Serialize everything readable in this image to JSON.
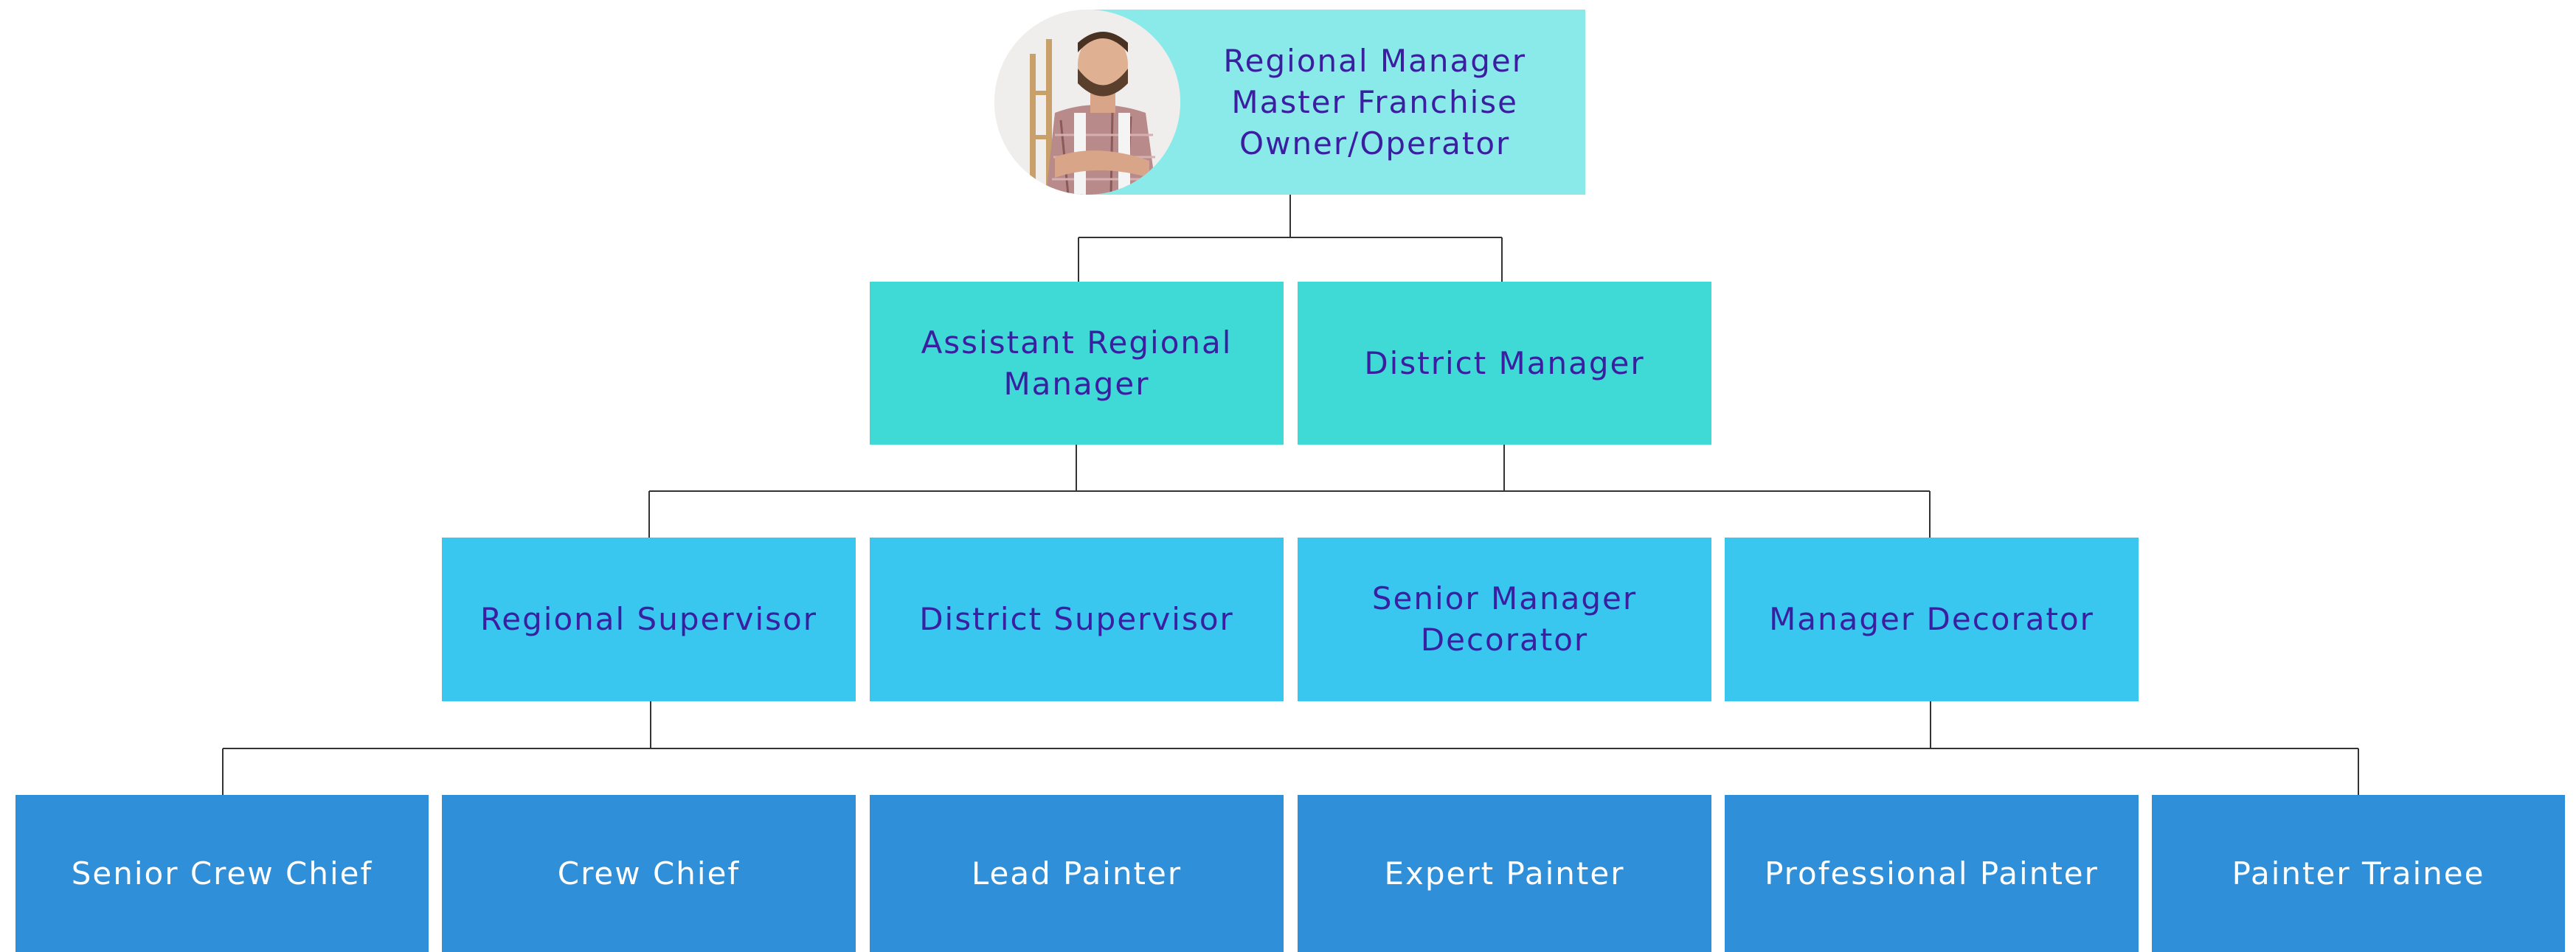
{
  "root": {
    "lines": [
      "Regional Manager",
      "Master Franchise",
      "Owner/Operator"
    ]
  },
  "level1": [
    {
      "label": "Assistant Regional\nManager"
    },
    {
      "label": "District Manager"
    }
  ],
  "level2": [
    {
      "label": "Regional Supervisor"
    },
    {
      "label": "District Supervisor"
    },
    {
      "label": "Senior Manager\nDecorator"
    },
    {
      "label": "Manager Decorator"
    }
  ],
  "level3": [
    {
      "label": "Senior Crew Chief"
    },
    {
      "label": "Crew Chief"
    },
    {
      "label": "Lead Painter"
    },
    {
      "label": "Expert Painter"
    },
    {
      "label": "Professional Painter"
    },
    {
      "label": "Painter Trainee"
    }
  ]
}
